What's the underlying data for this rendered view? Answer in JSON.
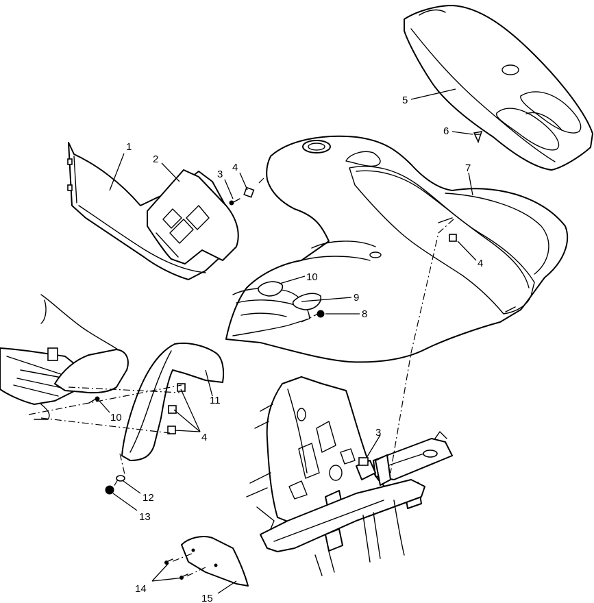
{
  "diagram": {
    "callouts": {
      "c1": "1",
      "c2": "2",
      "c3a": "3",
      "c4a": "4",
      "c5": "5",
      "c6": "6",
      "c7": "7",
      "c4b": "4",
      "c10a": "10",
      "c9": "9",
      "c8": "8",
      "c11": "11",
      "c10b": "10",
      "c4c": "4",
      "c3b": "3",
      "c12": "12",
      "c13": "13",
      "c14": "14",
      "c15": "15"
    }
  }
}
